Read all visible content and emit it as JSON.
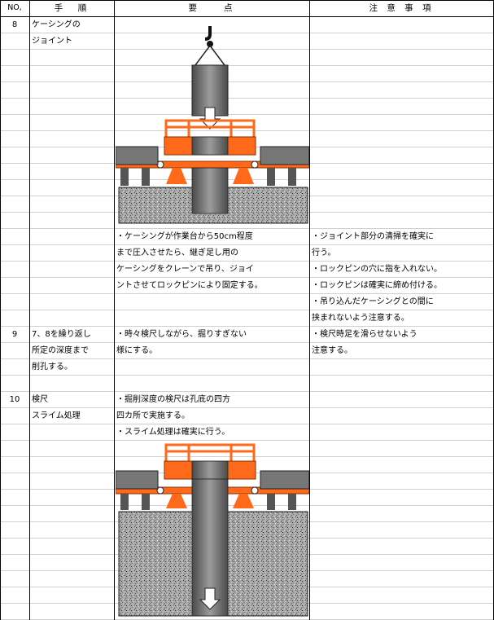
{
  "header": {
    "no": "NO,",
    "procedure": "手　順",
    "points": "要　　点",
    "notes": "注 意 事 項"
  },
  "rows": [
    {
      "no": "8",
      "procedure": [
        "ケーシングの",
        "ジョイント"
      ],
      "points": [
        "・ケーシングが作業台から50cm程度",
        "まで圧入させたら、継ぎ足し用の",
        "ケーシングをクレーンで吊り、ジョイ",
        "ントさせてロックピンにより固定する。"
      ],
      "notes": [
        "・ジョイント部分の清掃を確実に",
        "行う。",
        "・ロックピンの穴に指を入れない。",
        "・ロックピンは確実に締め付ける。",
        "・吊り込んだケーシングとの間に",
        "挟まれないよう注意する。"
      ]
    },
    {
      "no": "9",
      "procedure": [
        "7、8を繰り返し",
        "所定の深度まで",
        "削孔する。"
      ],
      "points": [
        "・時々検尺しながら、掘りすぎない",
        "様にする。"
      ],
      "notes": [
        "・検尺時足を滑らせないよう",
        "注意する。"
      ]
    },
    {
      "no": "10",
      "procedure": [
        "検尺",
        "スライム処理"
      ],
      "points": [
        "・掘削深度の検尺は孔底の四方",
        "四カ所で実施する。",
        "・スライム処理は確実に行う。"
      ],
      "notes": []
    }
  ],
  "colors": {
    "rig_orange": "#ff6a1a",
    "casing_gray": "#6e6e6e",
    "ground_gray": "#9a9a9a"
  }
}
